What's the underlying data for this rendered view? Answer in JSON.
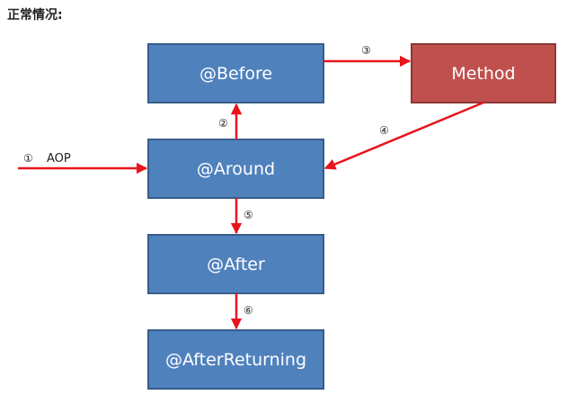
{
  "heading": "正常情况:",
  "nodes": {
    "before": "@Before",
    "method": "Method",
    "around": "@Around",
    "after": "@After",
    "after_returning": "@AfterReturning"
  },
  "steps": {
    "s1": "①",
    "s2": "②",
    "s3": "③",
    "s4": "④",
    "s5": "⑤",
    "s6": "⑥"
  },
  "entry": "AOP",
  "colors": {
    "box_fill": "#4f81bd",
    "box_stroke": "#385d8a",
    "method_fill": "#c0504d",
    "method_stroke": "#8c3836",
    "arrow": "#e8141c"
  }
}
